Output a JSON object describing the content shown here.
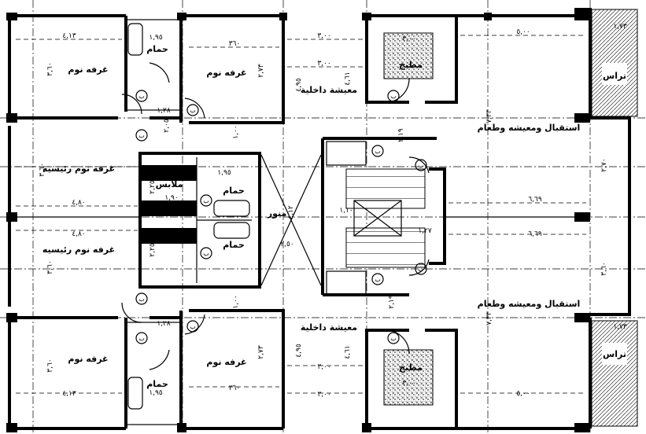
{
  "rooms": {
    "bed_top_left": "غرفه نوم",
    "bed_top_mid": "غرفه نوم",
    "bath_top": "حمام",
    "living_top": "معيشة داخلية",
    "kitchen_top": "مطبخ",
    "reception_top": "استقبال ومعيشه وطعام",
    "terrace_top": "تراس",
    "master_top": "غرفه نوم رئيسيه",
    "wardrobe": "ملابس",
    "bath_mid_top": "حمام",
    "bath_mid_bottom": "حمام",
    "shaft": "منور",
    "master_bottom": "غرفه نوم رئيسيه",
    "reception_bottom": "استقبال ومعيشه وطعام",
    "living_bottom": "معيشة داخلية",
    "bed_bottom_left": "غرفه نوم",
    "bed_bottom_mid": "غرفه نوم",
    "bath_bottom": "حمام",
    "kitchen_bottom": "مطبخ",
    "terrace_bottom": "تراس"
  },
  "dimensions": {
    "d_413_top": "٤,١٣",
    "d_360_top": "٣,٦٠",
    "d_195_top": "١,٩٥",
    "d_360b_top": "٣٦٠",
    "d_273_top": "٢,٧٣",
    "d_300a_top": "٣,٠٠",
    "d_300b_top": "٣,٠٠",
    "d_495_top": "٤,٩٥",
    "d_461_top": "٤,٦١",
    "d_500_top": "٥,٠٠",
    "d_128_top": "١,٢٨",
    "d_205_top": "٢,٠٥",
    "d_100_top": "١,٠٠",
    "d_219_top": "٢,١٩",
    "d_733_top": "٧,٣٣",
    "d_360_master": "٣,٦٠",
    "d_480_top": "٤,٨٠",
    "d_480_bottom": "٤,٨٠",
    "d_225_top": "٢,٢٥",
    "d_190": "١,٩٠",
    "d_195_mid": "١,٩٥",
    "d_412": "٤,١٢",
    "d_250": "٢,٥٠",
    "d_669_top": "٦,٦٩",
    "d_669_bottom": "٦,٦٩",
    "d_127": "١,٢٧",
    "d_110": "١,١٠",
    "d_270": "٢,٧٠",
    "d_360_master_b": "٣,٦٠",
    "d_225_bottom": "٢,٢٥",
    "d_128_bottom": "١,٢٨",
    "d_360_bottom": "٣,٦٠",
    "d_273_bottom": "٢,٧٣",
    "d_195_bottom": "١,٩٥",
    "d_360b_bottom": "٣٦٠",
    "d_413_bottom": "٤,١٣",
    "d_495_bottom": "٤,٩٥",
    "d_461_bottom": "٤,٦١",
    "d_300a_bottom": "٣,٠٠",
    "d_300b_bottom": "٣,٠٠",
    "d_500_bottom": "٥,٠٠",
    "d_733_bottom": "٧,٣٣",
    "d_173_top": "١,٧٣",
    "d_173_bottom": "١,٧٣",
    "d_360_right": "٣,٦٠",
    "d_219_bottom": "٢,١٩",
    "d_100_bottom": "١,٠٠",
    "d_300_kitchen_top": "٣,٠٠",
    "d_300_kitchen_bottom": "٣,٠٠"
  },
  "door_marks": [
    "ب",
    "ب",
    "ب",
    "ب",
    "ب",
    "ب",
    "ب",
    "ب",
    "ب",
    "ب",
    "ب",
    "ب",
    "ب",
    "ب"
  ]
}
